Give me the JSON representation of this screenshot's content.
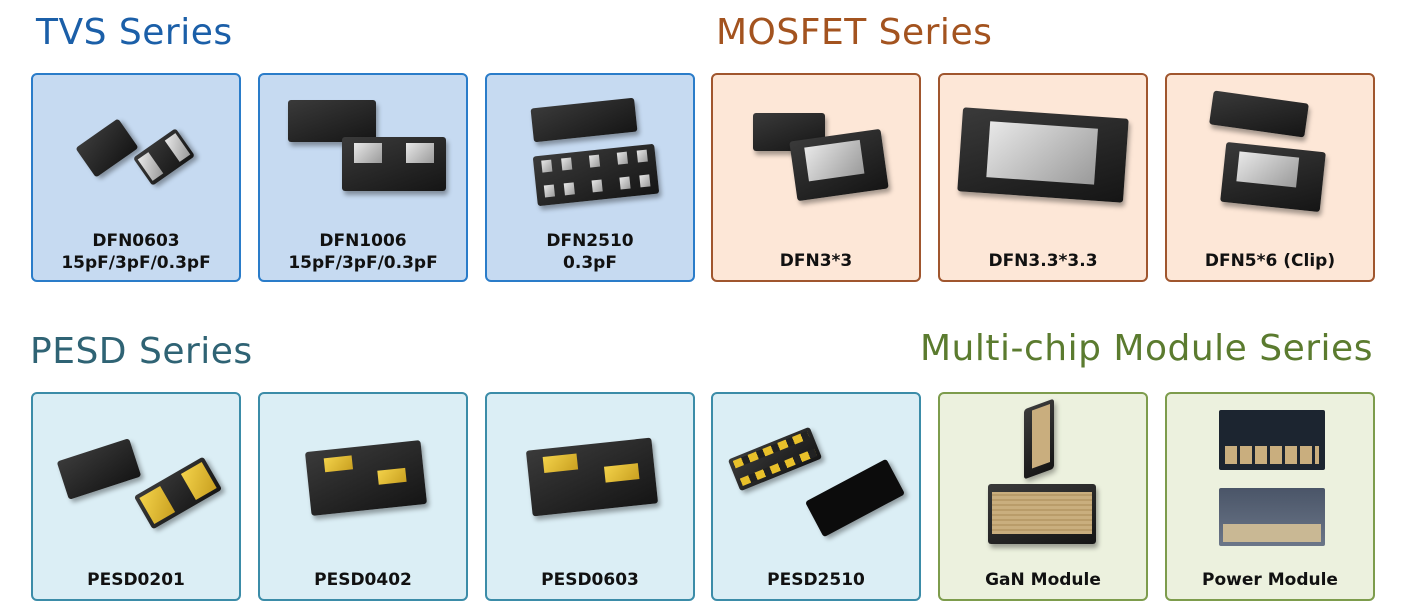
{
  "sections": {
    "tvs": {
      "title": "TVS Series",
      "color": "#1b5fa8",
      "card_bg": "#c6daf1",
      "card_border": "#2a7cc9",
      "cards": [
        {
          "line1": "DFN0603",
          "line2": "15pF/3pF/0.3pF"
        },
        {
          "line1": "DFN1006",
          "line2": "15pF/3pF/0.3pF"
        },
        {
          "line1": "DFN2510",
          "line2": "0.3pF"
        }
      ]
    },
    "mosfet": {
      "title": "MOSFET Series",
      "color": "#a3531f",
      "card_bg": "#fde7d7",
      "card_border": "#a0562e",
      "cards": [
        {
          "line1": "DFN3*3"
        },
        {
          "line1": "DFN3.3*3.3"
        },
        {
          "line1": "DFN5*6 (Clip)"
        }
      ]
    },
    "pesd": {
      "title": "PESD Series",
      "color": "#2f6374",
      "card_bg": "#dbeef5",
      "card_border": "#3b8ca8",
      "cards": [
        {
          "line1": "PESD0201"
        },
        {
          "line1": "PESD0402"
        },
        {
          "line1": "PESD0603"
        },
        {
          "line1": "PESD2510"
        }
      ]
    },
    "module": {
      "title": "Multi-chip Module Series",
      "color": "#5b7b2f",
      "card_bg": "#ecf1de",
      "card_border": "#7d9c4c",
      "cards": [
        {
          "line1": "GaN Module"
        },
        {
          "line1": "Power Module"
        }
      ]
    }
  }
}
